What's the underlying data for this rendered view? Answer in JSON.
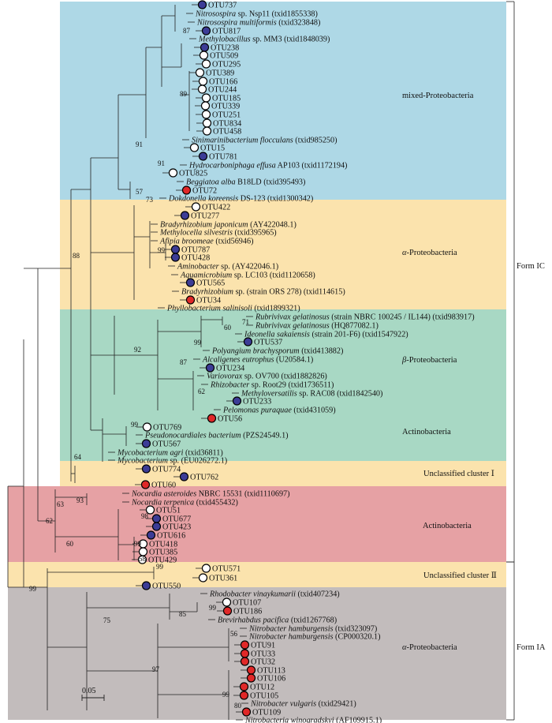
{
  "colors": {
    "blue": "#aed8e6",
    "orange": "#fbe3ad",
    "green": "#a8d8c4",
    "pink": "#e6a1a4",
    "gray": "#c2bcbc",
    "dot_blue": "#3c3c96",
    "dot_red": "#e02828",
    "dot_white": "#ffffff"
  },
  "form_labels": [
    "Form IC",
    "Form IA"
  ],
  "scale_label": "0.05",
  "bands": [
    {
      "color": "blue",
      "label": "mixed-Proteobacteria",
      "label_style": "normal"
    },
    {
      "color": "orange",
      "label": "α-Proteobacteria",
      "label_style": "alpha"
    },
    {
      "color": "green",
      "label": "β-Proteobacteria",
      "label_style": "alpha"
    },
    {
      "color": "green",
      "label": "Actinobacteria",
      "label_style": "normal"
    },
    {
      "color": "orange",
      "label": "Unclassified cluster Ⅰ",
      "label_style": "normal"
    },
    {
      "color": "pink",
      "label": "Actinobacteria",
      "label_style": "normal"
    },
    {
      "color": "orange",
      "label": "Unclassified cluster Ⅱ",
      "label_style": "normal"
    },
    {
      "color": "gray",
      "label": "α-Proteobacteria",
      "label_style": "alpha"
    }
  ],
  "leaves": [
    {
      "name": "OTU737",
      "dot": "blue"
    },
    {
      "name": "Nitrosospira",
      "rest": " sp. Nsp11 (txid1855338)"
    },
    {
      "name": "Nitrosospira multiformis",
      "rest": " (txid323848)"
    },
    {
      "name": "OTU817",
      "dot": "blue"
    },
    {
      "name": "Methylobacillus",
      "rest": " sp. MM3 (txid1848039)"
    },
    {
      "name": "OTU238",
      "dot": "blue"
    },
    {
      "name": "OTU509",
      "dot": "white"
    },
    {
      "name": "OTU295",
      "dot": "white"
    },
    {
      "name": "OTU389",
      "dot": "white"
    },
    {
      "name": "OTU166",
      "dot": "white"
    },
    {
      "name": "OTU244",
      "dot": "white"
    },
    {
      "name": "OTU185",
      "dot": "white"
    },
    {
      "name": "OTU339",
      "dot": "white"
    },
    {
      "name": "OTU251",
      "dot": "white"
    },
    {
      "name": "OTU834",
      "dot": "white"
    },
    {
      "name": "OTU458",
      "dot": "white"
    },
    {
      "name": "Sinimarinibacterium flocculans",
      "rest": " (txid985250)"
    },
    {
      "name": "OTU15",
      "dot": "white"
    },
    {
      "name": "OTU781",
      "dot": "blue"
    },
    {
      "name": "Hydrocarboniphaga effusa",
      "rest": " AP103 (txid1172194)"
    },
    {
      "name": "OTU825",
      "dot": "white"
    },
    {
      "name": "Beggiatoa alba",
      "rest": " B18LD (txid395493)"
    },
    {
      "name": "OTU72",
      "dot": "red"
    },
    {
      "name": "Dokdonella koreensis",
      "rest": " DS-123 (txid1300342)"
    },
    {
      "name": "OTU422",
      "dot": "white"
    },
    {
      "name": "OTU277",
      "dot": "blue"
    },
    {
      "name": "Bradyrhizobium japonicum",
      "rest": " (AY422048.1)"
    },
    {
      "name": "Methylocella silvestris",
      "rest": " (txid395965)"
    },
    {
      "name": "Afipia broomeae",
      "rest": " (txid56946)"
    },
    {
      "name": "OTU787",
      "dot": "blue"
    },
    {
      "name": "OTU428",
      "dot": "blue"
    },
    {
      "name": "Aminobacter",
      "rest": " sp. (AY422046.1)"
    },
    {
      "name": "Aquamicrobium",
      "rest": " sp. LC103 (txid1120658)"
    },
    {
      "name": "OTU565",
      "dot": "blue"
    },
    {
      "name": "Bradyrhizobium",
      "rest": " sp. (strain ORS 278) (txid114615)"
    },
    {
      "name": "OTU34",
      "dot": "red"
    },
    {
      "name": "Phyllobacterium salinisoli",
      "rest": " (txid1899321)"
    },
    {
      "name": "Rubrivivax gelatinosus",
      "rest": " (strain NBRC 100245 / IL144) (txid983917)"
    },
    {
      "name": "Rubrivivax gelatinosus",
      "rest": " (HQ877082.1)"
    },
    {
      "name": "Ideonella sakaiensis",
      "rest": " (strain 201-F6) (txid1547922)"
    },
    {
      "name": "OTU537",
      "dot": "blue"
    },
    {
      "name": "Polyangium brachysporum",
      "rest": " (txid413882)"
    },
    {
      "name": "Alcaligenes eutrophus",
      "rest": " (U20584.1)"
    },
    {
      "name": "OTU234",
      "dot": "blue"
    },
    {
      "name": "Variovorax",
      "rest": " sp. OV700 (txid1882826)"
    },
    {
      "name": "Rhizobacter",
      "rest": " sp. Root29 (txid1736511)"
    },
    {
      "name": "Methyloversatilis",
      "rest": " sp. RAC08 (txid1842540)"
    },
    {
      "name": "OTU233",
      "dot": "blue"
    },
    {
      "name": "Pelomonas puraquae",
      "rest": " (txid431059)"
    },
    {
      "name": "OTU56",
      "dot": "red"
    },
    {
      "name": "OTU769",
      "dot": "white"
    },
    {
      "name": "Pseudonocardiales bacterium",
      "rest": " (PZS24549.1)"
    },
    {
      "name": "OTU567",
      "dot": "blue"
    },
    {
      "name": "Mycobacterium agri",
      "rest": " (txid36811)"
    },
    {
      "name": "Mycobacterium",
      "rest": " sp. (EU026272.1)"
    },
    {
      "name": "OTU774",
      "dot": "blue"
    },
    {
      "name": "OTU762",
      "dot": "blue"
    },
    {
      "name": "OTU60",
      "dot": "red"
    },
    {
      "name": "Nocardia asteroides",
      "rest": " NBRC 15531 (txid1110697)"
    },
    {
      "name": "Nocardia terpenica",
      "rest": " (txid455432)"
    },
    {
      "name": "OTU51",
      "dot": "white"
    },
    {
      "name": "OTU677",
      "dot": "blue"
    },
    {
      "name": "OTU423",
      "dot": "blue"
    },
    {
      "name": "OTU616",
      "dot": "blue"
    },
    {
      "name": "OTU418",
      "dot": "white"
    },
    {
      "name": "OTU385",
      "dot": "white"
    },
    {
      "name": "OTU429",
      "dot": "white"
    },
    {
      "name": "OTU571",
      "dot": "white"
    },
    {
      "name": "OTU361",
      "dot": "white"
    },
    {
      "name": "OTU550",
      "dot": "blue"
    },
    {
      "name": "Rhodobacter vinaykumarii",
      "rest": " (txid407234)"
    },
    {
      "name": "OTU107",
      "dot": "white"
    },
    {
      "name": "OTU186",
      "dot": "red"
    },
    {
      "name": "Brevirhabdus pacifica",
      "rest": " (txid1267768)"
    },
    {
      "name": "Nitrobacter hamburgensis",
      "rest": " (txid323097)"
    },
    {
      "name": "Nitrobacter hamburgensis",
      "rest": " (CP000320.1)"
    },
    {
      "name": "OTU91",
      "dot": "red"
    },
    {
      "name": "OTU33",
      "dot": "red"
    },
    {
      "name": "OTU32",
      "dot": "red"
    },
    {
      "name": "OTU113",
      "dot": "red"
    },
    {
      "name": "OTU106",
      "dot": "red"
    },
    {
      "name": "OTU12",
      "dot": "red"
    },
    {
      "name": "OTU105",
      "dot": "red"
    },
    {
      "name": "Nitrobacter vulgaris",
      "rest": " (txid29421)"
    },
    {
      "name": "OTU109",
      "dot": "red"
    },
    {
      "name": "Nitrobacteria winogradskyi",
      "rest": " (AF109915.1)"
    }
  ],
  "bootstraps": [
    "87",
    "89",
    "91",
    "91",
    "57",
    "73",
    "99",
    "88",
    "60",
    "71",
    "99",
    "92",
    "87",
    "62",
    "99",
    "64",
    "93",
    "63",
    "62",
    "98",
    "60",
    "99",
    "58",
    "99",
    "99",
    "75",
    "99",
    "85",
    "56",
    "97",
    "99",
    "80"
  ]
}
